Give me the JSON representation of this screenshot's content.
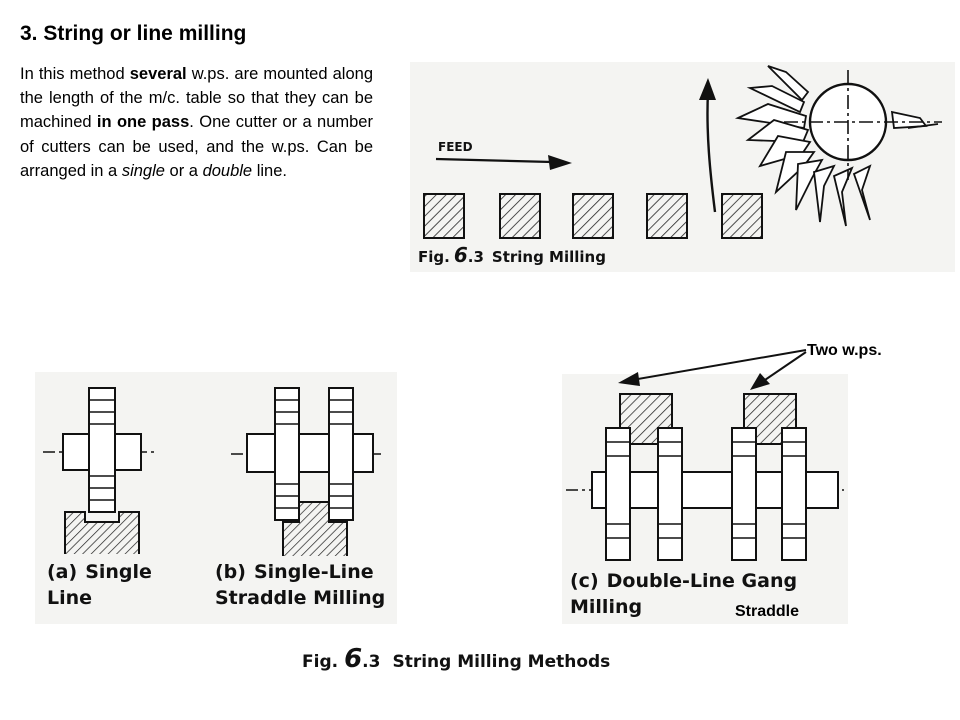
{
  "heading": "3. String or line milling",
  "paragraph": {
    "p1": "In this method ",
    "b1": "several",
    "p2": " w.ps. are mounted along the length of the m/c. table so that they can be machined ",
    "b2": "in one pass",
    "p3": ". One cutter or a number of cutters can be used, and the w.ps. Can be arranged in a ",
    "i1": "single",
    "p4": " or a ",
    "i2": "double",
    "p5": " line."
  },
  "fig1": {
    "feed_label": "FEED",
    "caption_prefix": "Fig.",
    "caption_num": "6",
    "caption_suffix": ".3",
    "caption_text": "String Milling"
  },
  "fig2": {
    "a_letter": "(a)",
    "a_line1": "Single",
    "a_line2": "Line",
    "b_letter": "(b)",
    "b_line1": "Single-Line",
    "b_line2": "Straddle Milling",
    "c_letter": "(c)",
    "c_line1": "Double-Line Gang",
    "c_line2": "Milling",
    "two_wps": "Two w.ps.",
    "straddle": "Straddle",
    "caption_prefix": "Fig.",
    "caption_num": "6",
    "caption_suffix": ".3",
    "caption_text": "String Milling Methods"
  }
}
